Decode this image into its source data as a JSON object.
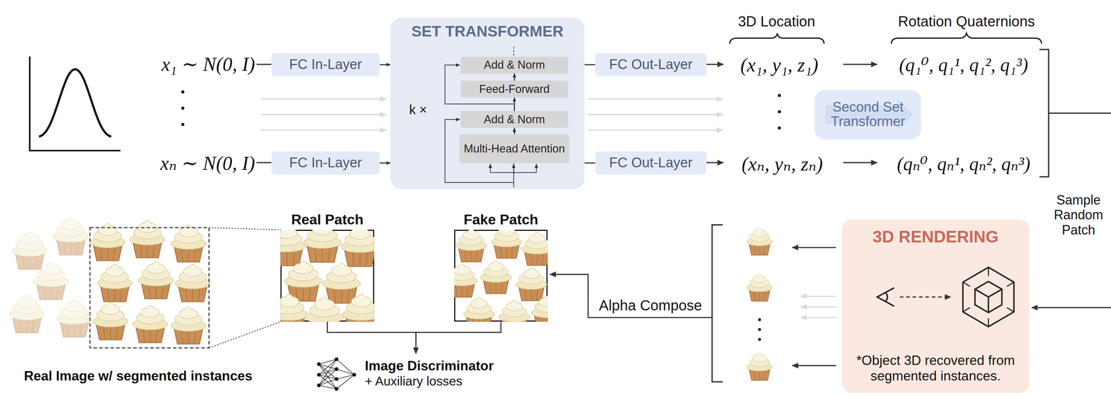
{
  "diagram": {
    "nodes": [
      {
        "text": [
          "FC In-Layer"
        ]
      },
      {
        "text": [
          "FC In-Layer"
        ]
      },
      {
        "text": [
          "SET TRANSFORMER"
        ]
      },
      {
        "text": [
          "Add & Norm"
        ],
        "in": 2
      },
      {
        "text": [
          "Feed-Forward"
        ],
        "in": 2
      },
      {
        "text": [
          "Add & Norm"
        ],
        "in": 2
      },
      {
        "text": [
          "Multi-Head Attention"
        ],
        "in": 2
      },
      {
        "text": [
          "FC Out-Layer"
        ]
      },
      {
        "text": [
          "FC Out-Layer"
        ]
      },
      {
        "text": [
          "Second Set Transformer"
        ]
      },
      {
        "text": [
          "Real Patch"
        ]
      },
      {
        "text": [
          "Fake Patch"
        ]
      },
      {
        "text": [
          "Image Discriminator",
          "+ Auxiliary losses"
        ]
      },
      {
        "text": [
          "3D RENDERING",
          "*Object 3D recovered from segmented instances."
        ]
      }
    ],
    "edges": [
      {
        "from": 0,
        "to": 2,
        "arrow": "to"
      },
      {
        "from": 1,
        "to": 2,
        "arrow": "to"
      },
      {
        "from": 2,
        "to": 7,
        "arrow": "none"
      },
      {
        "from": 2,
        "to": 8,
        "arrow": "none"
      },
      {
        "from": 6,
        "to": 5,
        "arrow": "to"
      },
      {
        "from": 5,
        "to": 4,
        "arrow": "to"
      },
      {
        "from": 4,
        "to": 3,
        "arrow": "to"
      },
      {
        "from": 10,
        "to": 12,
        "arrow": "to"
      },
      {
        "from": 11,
        "to": 12,
        "arrow": "to"
      }
    ],
    "labels": [
      "x₁ ∼ N(0, I)",
      "xₙ ∼ N(0, I)",
      "k ×",
      "3D Location",
      "Rotation Quaternions",
      "(x₁, y₁, z₁)",
      "(xₙ, yₙ, zₙ)",
      "(q₁⁰, q₁¹, q₁², q₁³)",
      "(qₙ⁰, qₙ¹, qₙ², qₙ³)",
      "Sample Random Patch",
      "Alpha Compose",
      "Real Image w/ segmented instances"
    ]
  }
}
